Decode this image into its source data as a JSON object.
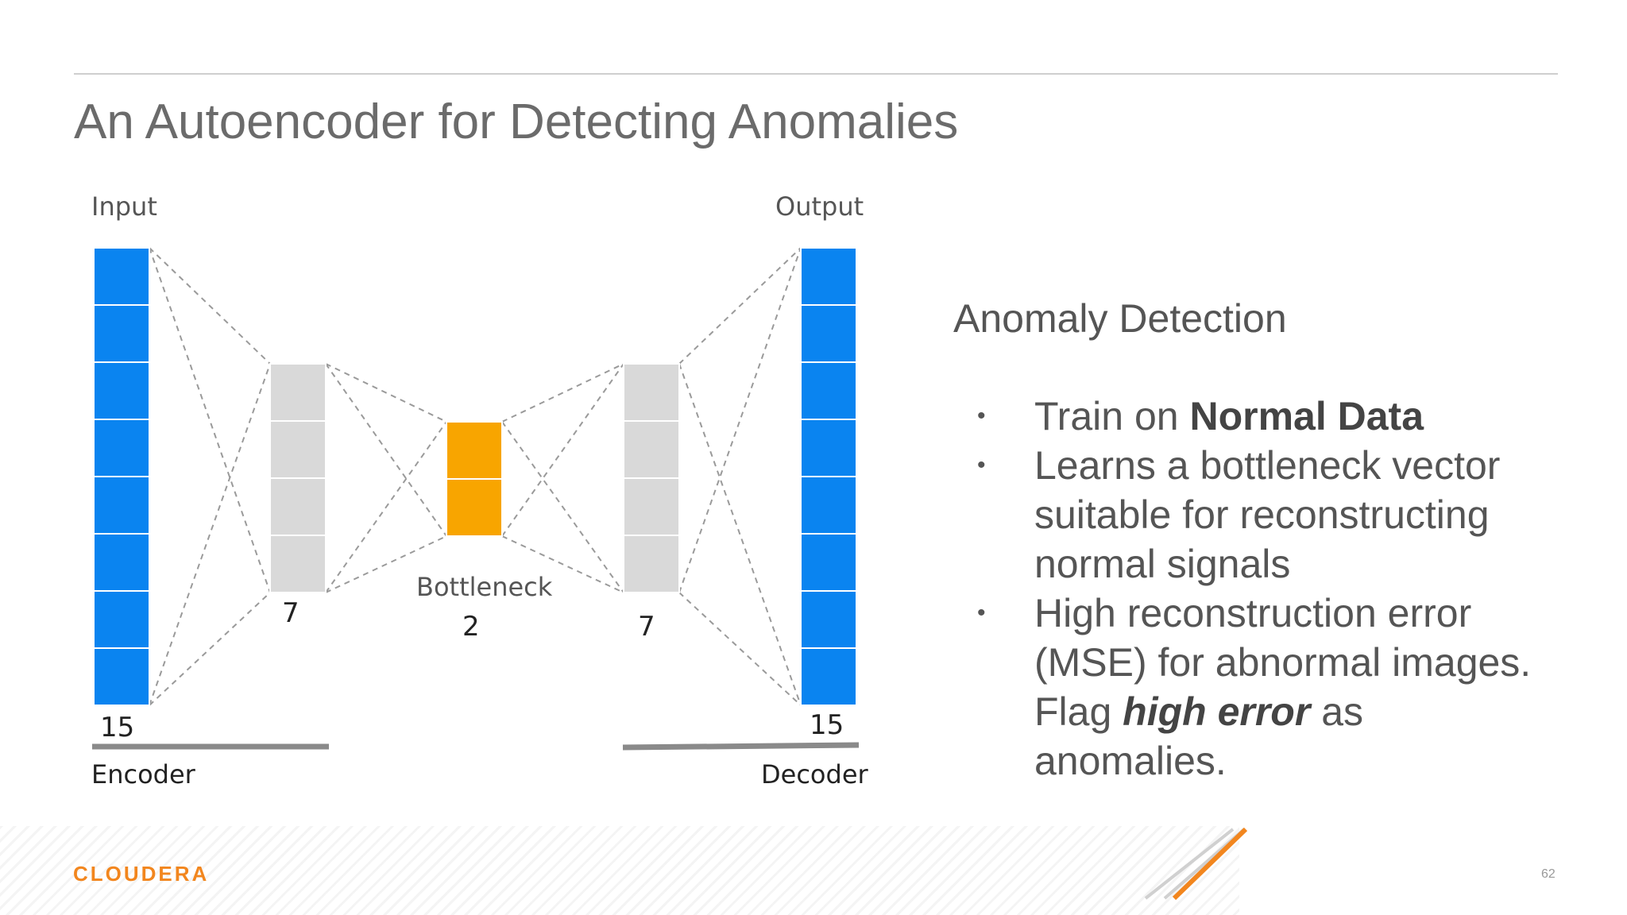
{
  "slide": {
    "title": "An Autoencoder for Detecting Anomalies",
    "page_number": "62",
    "logo_text": "CLOUDERA"
  },
  "diagram": {
    "input_label": "Input",
    "output_label": "Output",
    "bottleneck_label": "Bottleneck",
    "encoder_label": "Encoder",
    "decoder_label": "Decoder",
    "layers": [
      {
        "name": "input",
        "count_label": "15",
        "units": 8,
        "color": "#0a84f0"
      },
      {
        "name": "hidden-encoder",
        "count_label": "7",
        "units": 4,
        "color": "#d9d9d9"
      },
      {
        "name": "bottleneck",
        "count_label": "2",
        "units": 2,
        "color": "#f8a500"
      },
      {
        "name": "hidden-decoder",
        "count_label": "7",
        "units": 4,
        "color": "#d9d9d9"
      },
      {
        "name": "output",
        "count_label": "15",
        "units": 8,
        "color": "#0a84f0"
      }
    ],
    "connection_color": "#9a9a9a",
    "bar_color": "#8a8a8a"
  },
  "panel": {
    "heading": "Anomaly Detection",
    "bullets": [
      {
        "pre": "Train on ",
        "strong": "Normal Data"
      },
      {
        "text": "Learns a bottleneck vector suitable for reconstructing normal signals"
      },
      {
        "pre": "High reconstruction error (MSE) for abnormal images. Flag ",
        "em": "high error",
        "post": " as anomalies."
      }
    ]
  },
  "colors": {
    "accent_orange": "#f2861e",
    "blue": "#0a84f0",
    "gray_block": "#d9d9d9",
    "bottleneck": "#f8a500"
  }
}
